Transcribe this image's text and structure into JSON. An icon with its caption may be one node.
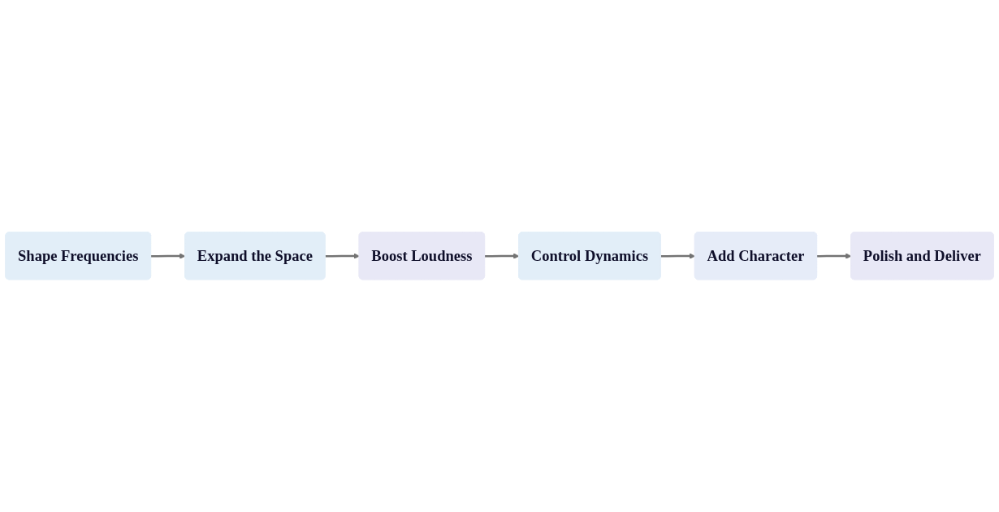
{
  "diagram": {
    "nodes": [
      {
        "text": [
          "Shape Frequencies"
        ]
      },
      {
        "text": [
          "Expand the Space"
        ]
      },
      {
        "text": [
          "Boost Loudness"
        ]
      },
      {
        "text": [
          "Control Dynamics"
        ]
      },
      {
        "text": [
          "Add Character"
        ]
      },
      {
        "text": [
          "Polish and Deliver"
        ]
      }
    ],
    "edges": [
      {
        "from": 0,
        "to": 1,
        "arrow": "to"
      },
      {
        "from": 1,
        "to": 2,
        "arrow": "to"
      },
      {
        "from": 2,
        "to": 3,
        "arrow": "to"
      },
      {
        "from": 3,
        "to": 4,
        "arrow": "to"
      },
      {
        "from": 4,
        "to": 5,
        "arrow": "to"
      }
    ]
  }
}
